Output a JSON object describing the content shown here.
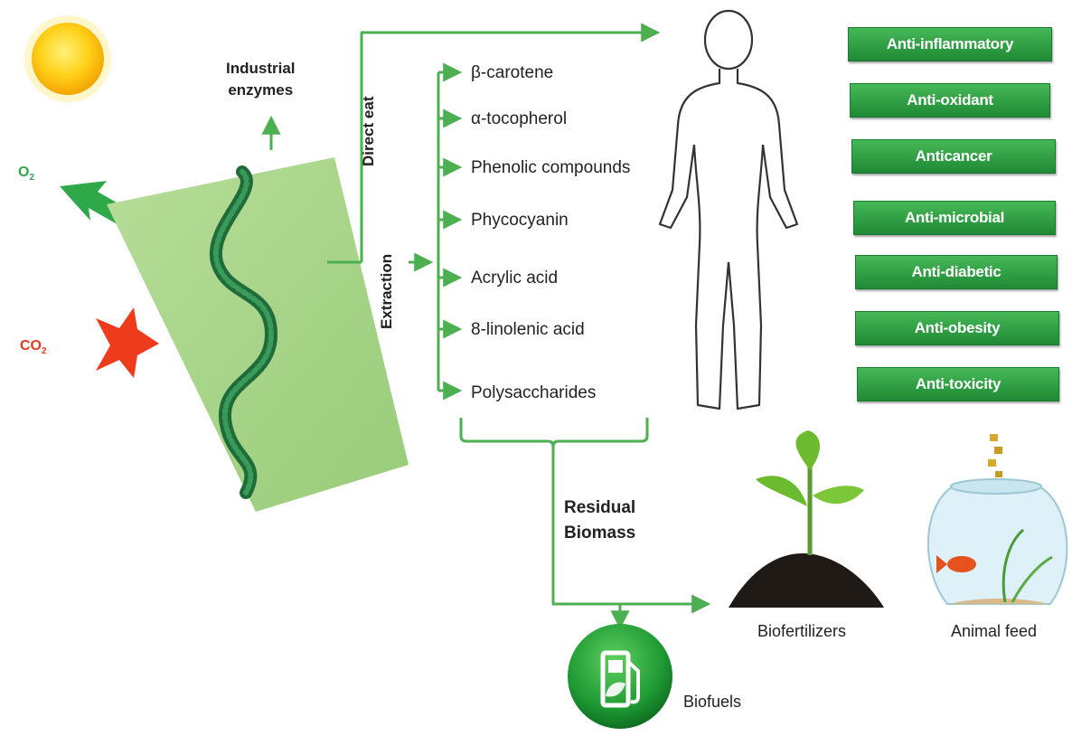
{
  "inputs": {
    "o2": {
      "base": "O",
      "sub": "2",
      "color": "#2fa84a"
    },
    "co2": {
      "base": "CO",
      "sub": "2",
      "color": "#e63a1e"
    }
  },
  "labels": {
    "industrial_enzymes": [
      "Industrial",
      "enzymes"
    ],
    "direct_eat": "Direct eat",
    "extraction": "Extraction",
    "residual_biomass": [
      "Residual",
      "Biomass"
    ],
    "biofertilizers": "Biofertilizers",
    "animal_feed": "Animal feed",
    "biofuels": "Biofuels"
  },
  "compounds": [
    "β-carotene",
    "α-tocopherol",
    "Phenolic compounds",
    "Phycocyanin",
    "Acrylic acid",
    "8-linolenic acid",
    "Polysaccharides"
  ],
  "properties": [
    "Anti-inflammatory",
    "Anti-oxidant",
    "Anticancer",
    "Anti-microbial",
    "Anti-diabetic",
    "Anti-obesity",
    "Anti-toxicity"
  ],
  "colors": {
    "arrow_green": "#4caf50",
    "box_green": "#2e9a42",
    "algae_bg": "#a8d58a",
    "algae_dark": "#1f6b3a",
    "sun": "#f6c000"
  },
  "icons": [
    "sun-icon",
    "spirulina-image",
    "human-body-icon",
    "plant-icon",
    "fishbowl-icon",
    "fuel-pump-icon"
  ]
}
